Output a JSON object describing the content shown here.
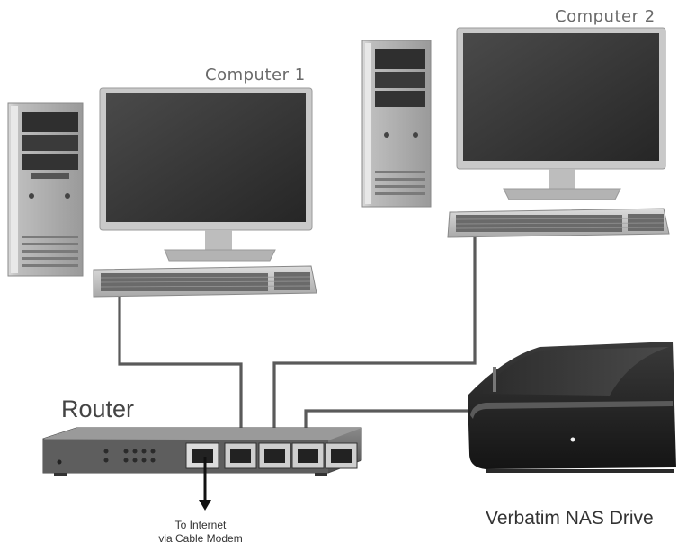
{
  "labels": {
    "computer1": "Computer 1",
    "computer2": "Computer 2",
    "router": "Router",
    "nas": "Verbatim NAS Drive",
    "internet_line1": "To Internet",
    "internet_line2": "via Cable Modem"
  },
  "colors": {
    "cable": "#5a5a5a",
    "device_dark": "#2e2e2e",
    "screen": "#3a3a3a",
    "bezel": "#cfcfcf",
    "nas_body": "#202020",
    "router_body": "#6b6b6b"
  }
}
